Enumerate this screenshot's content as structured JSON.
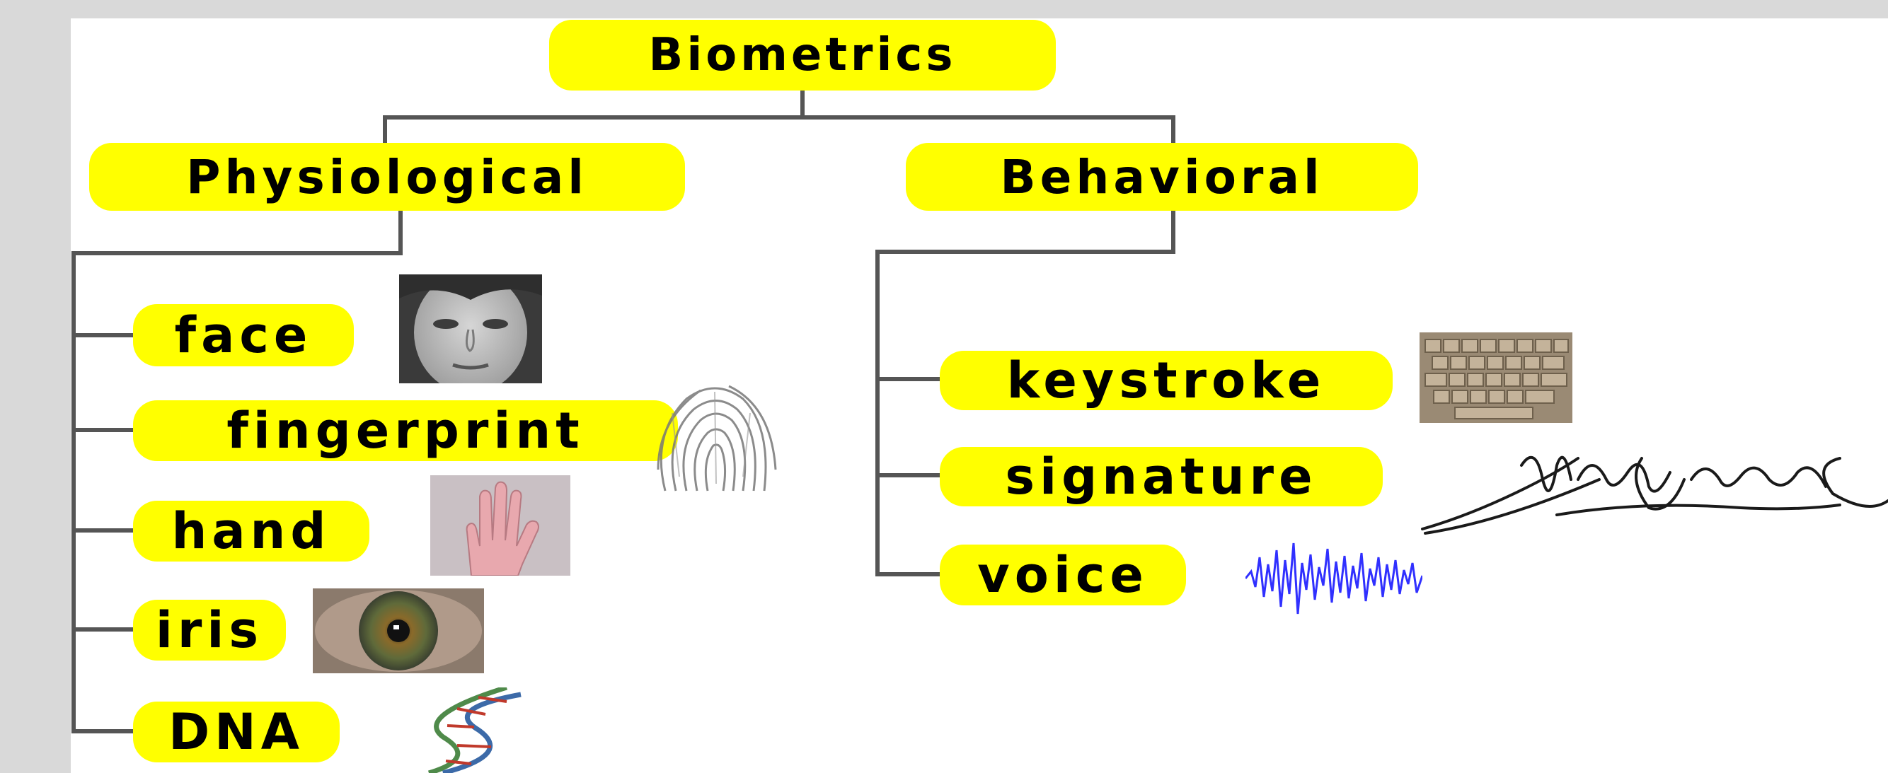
{
  "root": {
    "label": "Biometrics"
  },
  "categories": [
    {
      "label": "Physiological",
      "items": [
        {
          "label": "face",
          "icon": "face-photo-icon"
        },
        {
          "label": "fingerprint",
          "icon": "fingerprint-icon"
        },
        {
          "label": "hand",
          "icon": "hand-photo-icon"
        },
        {
          "label": "iris",
          "icon": "iris-eye-icon"
        },
        {
          "label": "DNA",
          "icon": "dna-helix-icon"
        }
      ]
    },
    {
      "label": "Behavioral",
      "items": [
        {
          "label": "keystroke",
          "icon": "keyboard-icon"
        },
        {
          "label": "signature",
          "icon": "handwritten-signature-icon"
        },
        {
          "label": "voice",
          "icon": "voice-waveform-icon"
        }
      ]
    }
  ],
  "colors": {
    "node_fill": "#ffff00",
    "connector": "#555555",
    "page_background": "#d9d9d9",
    "canvas": "#ffffff",
    "waveform": "#1a1aff"
  }
}
